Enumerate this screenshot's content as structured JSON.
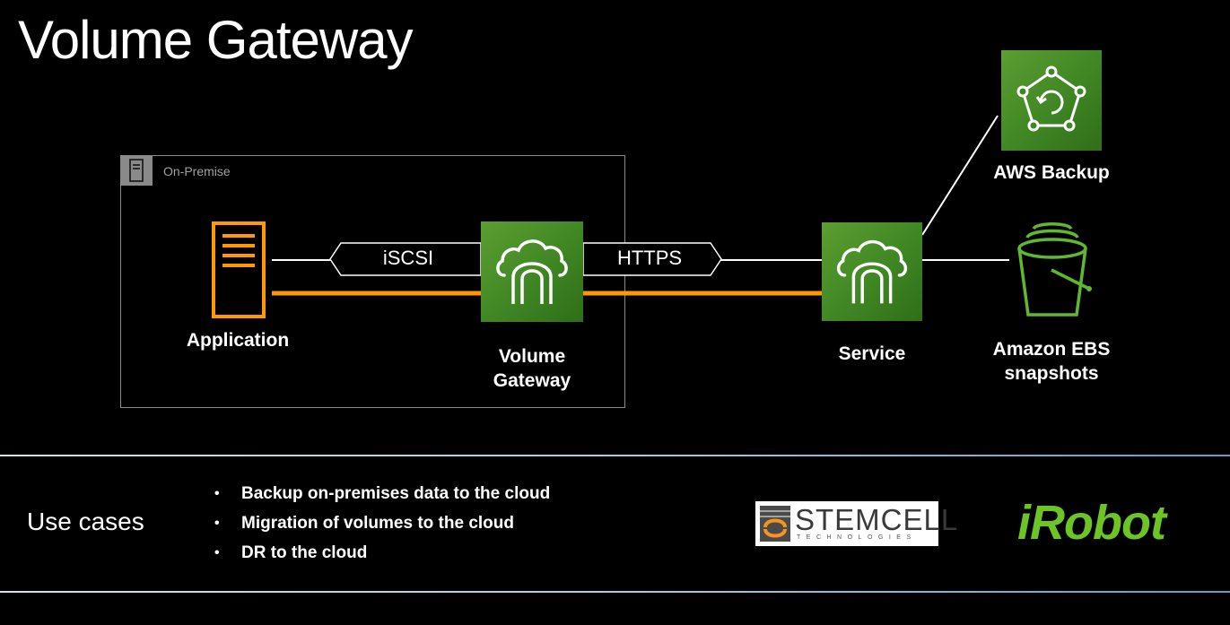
{
  "title": "Volume Gateway",
  "group": {
    "label": "On-Premise",
    "icon": "server-rack-icon"
  },
  "nodes": {
    "application": "Application",
    "volume_gateway": "Volume\nGateway",
    "service": "Service",
    "aws_backup": "AWS Backup",
    "ebs_snapshots": "Amazon EBS\nsnapshots"
  },
  "connections": {
    "iscsi": "iSCSI",
    "https": "HTTPS"
  },
  "use_cases": {
    "title": "Use cases",
    "items": [
      "Backup on-premises data to the cloud",
      "Migration of volumes to the cloud",
      "DR to the cloud"
    ]
  },
  "logos": {
    "stemcell": {
      "name": "STEMCELL",
      "sub": "TECHNOLOGIES"
    },
    "irobot": "iRobot"
  },
  "colors": {
    "background": "#000000",
    "accent_orange": "#ff9900",
    "aws_green": "#3f8624",
    "irobot_green": "#6cc425",
    "divider": "#5aa0c8"
  }
}
